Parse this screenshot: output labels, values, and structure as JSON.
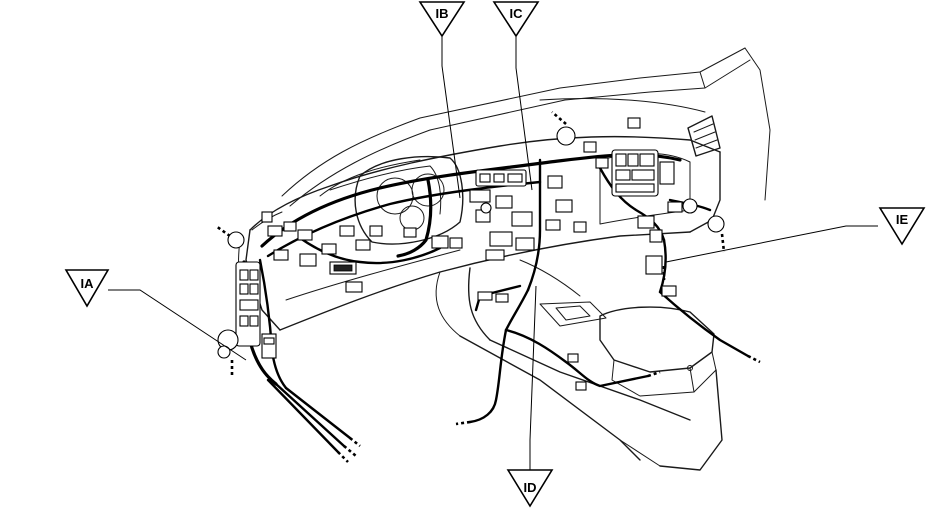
{
  "callouts": [
    {
      "id": "IA",
      "label": "IA"
    },
    {
      "id": "IB",
      "label": "IB"
    },
    {
      "id": "IC",
      "label": "IC"
    },
    {
      "id": "ID",
      "label": "ID"
    },
    {
      "id": "IE",
      "label": "IE"
    }
  ],
  "colors": {
    "line": "#000000",
    "background": "#ffffff"
  }
}
